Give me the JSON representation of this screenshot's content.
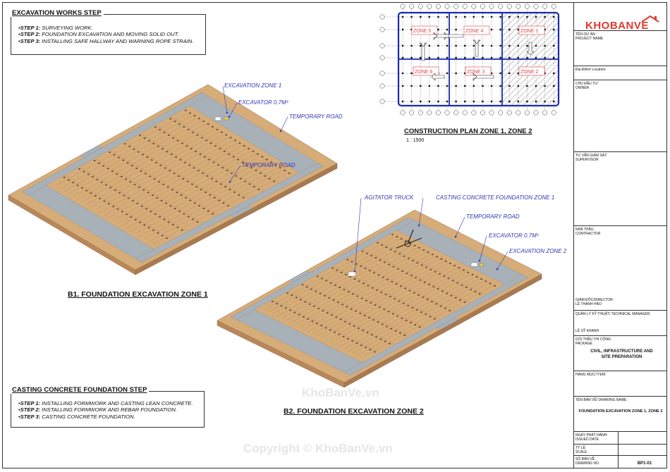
{
  "excavation_note": {
    "title": "EXCAVATION WORKS STEP",
    "steps": [
      {
        "label": "STEP 1:",
        "text": " SURVEYING WORK."
      },
      {
        "label": "STEP 2:",
        "text": " FOUNDATION EXCAVATION AND MOVING SOLID OUT."
      },
      {
        "label": "STEP 3:",
        "text": " INSTALLING SAFE HALLWAY AND WARNING ROPE STRAIN."
      }
    ]
  },
  "casting_note": {
    "title": "CASTING CONCRETE FOUNDATION STEP",
    "steps": [
      {
        "label": "STEP 1:",
        "text": " INSTALLING FORMWORK AND CASTING LEAN CONCRETE."
      },
      {
        "label": "STEP 2:",
        "text": " INSTALLING FORMWORK AND REBAR FOUNDATION."
      },
      {
        "label": "STEP 3:",
        "text": " CASTING CONCRETE FOUNDATION."
      }
    ]
  },
  "view1": {
    "caption": "B1. FOUNDATION EXCAVATION ZONE 1",
    "labels": [
      "EXCAVATION ZONE 1",
      "EXCAVATOR 0.7M³",
      "TEMPORARY ROAD",
      "TEMPORARY ROAD"
    ]
  },
  "view2": {
    "caption": "B2. FOUNDATION EXCAVATION ZONE 2",
    "labels": [
      "AGITATOR TRUCK",
      "CASTING CONCRETE FOUNDATION ZONE 1",
      "TEMPORARY ROAD",
      "EXCAVATOR 0.7M³",
      "EXCAVATION ZONE 2"
    ]
  },
  "plan": {
    "caption": "CONSTRUCTION PLAN ZONE 1, ZONE 2",
    "scale": "1 : 1500",
    "zones": [
      "ZONE 5",
      "ZONE 4",
      "ZONE 1",
      "ZONE 6",
      "ZONE 3",
      "ZONE 2"
    ]
  },
  "title_block": {
    "logo": "KHOBANVE",
    "project": "TÊN DỰ ÁN:\nPROJECT NAME",
    "location": "Địa Điểm/ Location:",
    "owner": "CHỦ ĐẦU TƯ:\nOWNER",
    "supervisor": "TƯ VẤN GIÁM SÁT:\nSUPERVISOR",
    "contractor": "NHÀ THẦU:\nCONTRACTOR",
    "director": "GIÁM ĐỐC/DIRECTOR:\nLÊ THANH HẢO",
    "tech_manager": "QUẢN LÝ KỸ THUẬT/ TECHNICAL MANAGER",
    "tech_manager_name": "LÊ SỸ KHANH",
    "package_label": "GÓI THẦU THI CÔNG:\nPACKAGE",
    "package_value": "CIVIL, INFRASTRUCTURE AND\nSITE PREPARATION",
    "item": "HẠNG MỤC/ ITEM:",
    "drawing_name_label": "TÊN BẢN VẼ/ DRAWING NAME :",
    "drawing_name_value": "FOUNDATION EXCAVATION ZONE 1, ZONE 2",
    "issued": "NGÀY PHÁT HÀNH:\nISSUED DATE",
    "scale": "TỶ LỆ:\nSCALE",
    "drawing_no_label": "SỐ BẢN VẼ:\nDRAWING NO.",
    "drawing_no_value": "BP1-01"
  },
  "watermark": {
    "site": "KhoBanVe.vn",
    "copyright": "Copyright © KhoBanVe.vn"
  },
  "colors": {
    "soil": "#d6ac78",
    "soil_side": "#b8875a",
    "road": "#a8b0b8",
    "label": "#3036b8",
    "plan_line": "#1a2bb0"
  }
}
